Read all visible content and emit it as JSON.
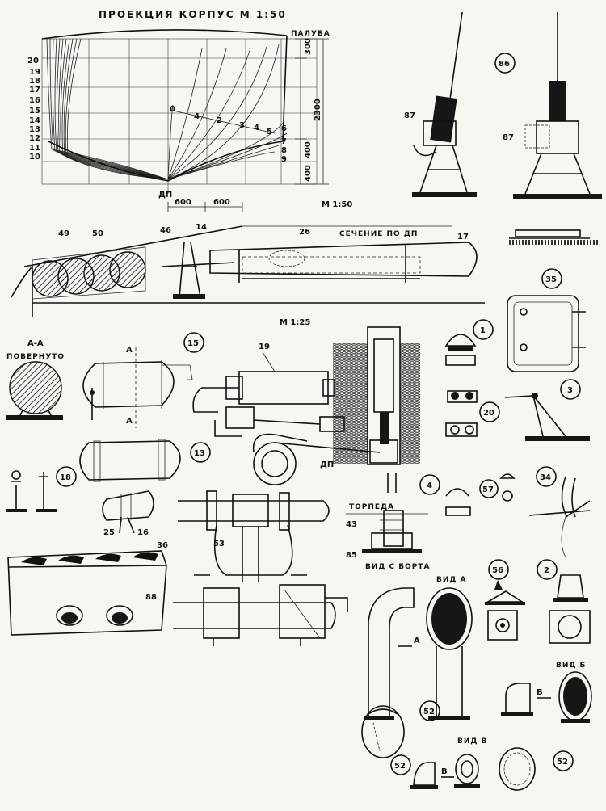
{
  "drawing": {
    "titles": {
      "body_plan": "ПРОЕКЦИЯ КОРПУС М 1:50",
      "deck": "ПАЛУБА",
      "centerline": "ДП",
      "scale_50": "М 1:50",
      "section_dp": "СЕЧЕНИЕ ПО ДП",
      "scale_25": "М 1:25",
      "section_aa": "А-А",
      "rotated": "ПОВЕРНУТО",
      "dp_small": "ДП",
      "torpedo": "ТОРПЕДА",
      "side_view": "ВИД С БОРТА",
      "view_a": "ВИД А",
      "view_b": "ВИД Б",
      "view_v": "ВИД В",
      "arrow_a": "А",
      "arrow_b": "Б",
      "arrow_v": "В",
      "cut_a_top": "А",
      "cut_a_bottom": "А"
    },
    "dimensions": {
      "d300": "300",
      "d2300": "2300",
      "d400a": "400",
      "d400b": "400",
      "d600a": "600",
      "d600b": "600"
    },
    "station_numbers": [
      "20",
      "19",
      "18",
      "17",
      "16",
      "15",
      "14",
      "13",
      "12",
      "11",
      "10"
    ],
    "station_right": [
      "0",
      "4",
      "2",
      "3",
      "4",
      "5",
      "6",
      "7",
      "8",
      "9"
    ],
    "callouts": {
      "c86": "86",
      "c87a": "87",
      "c87b": "87",
      "c49": "49",
      "c50": "50",
      "c46": "46",
      "c14": "14",
      "c26": "26",
      "c17": "17",
      "c35": "35",
      "c15": "15",
      "c19": "19",
      "c1": "1",
      "c20": "20",
      "c3": "3",
      "c13": "13",
      "c18": "18",
      "c25": "25",
      "c16": "16",
      "c4": "4",
      "c57": "57",
      "c34": "34",
      "c53": "53",
      "c43": "43",
      "c85": "85",
      "c36": "36",
      "c88": "88",
      "c56": "56",
      "c2": "2",
      "c52a": "52",
      "c52b": "52",
      "c52c": "52"
    }
  }
}
